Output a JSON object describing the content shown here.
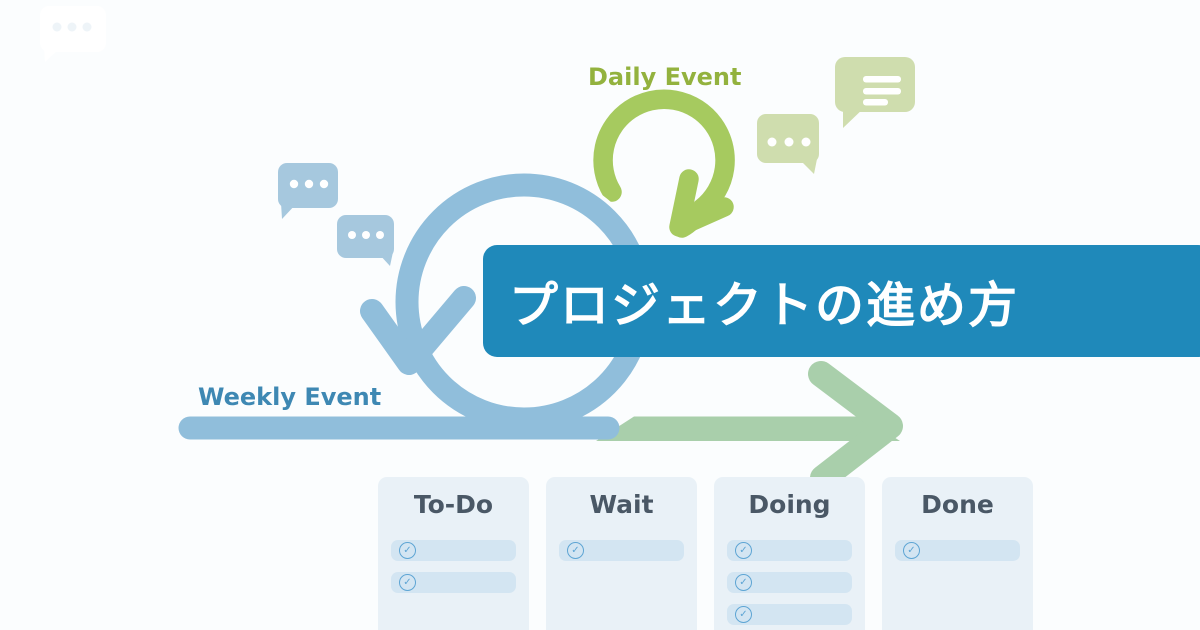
{
  "title_banner": {
    "text": "プロジェクトの進め方"
  },
  "labels": {
    "daily_event": "Daily Event",
    "weekly_event": "Weekly Event"
  },
  "kanban": {
    "columns": [
      {
        "label": "To-Do",
        "task_count": 2
      },
      {
        "label": "Wait",
        "task_count": 1
      },
      {
        "label": "Doing",
        "task_count": 3
      },
      {
        "label": "Done",
        "task_count": 1
      }
    ]
  },
  "icons": {
    "task_check": "✓",
    "weekly_loop_arrow": "loop-arrow-down",
    "daily_loop_arrow": "loop-arrow-down",
    "flow_arrow": "arrow-right",
    "chat_bubbles": [
      "chat-dots",
      "chat-lines"
    ]
  },
  "colors": {
    "bg": "#fbfdfe",
    "banner-blue": "#1f89ba",
    "loop-blue": "#90bedb",
    "weekly-blue": "#3e88b3",
    "bubble-blue": "#a6c8de",
    "loop-green": "#a6ca5f",
    "daily-green": "#93b23e",
    "arrow-sage": "#a9cfab",
    "bubble-green": "#cfddae",
    "card-bg": "#e9f1f7",
    "task-bg": "#d3e5f2",
    "check-blue": "#5ea5d4",
    "header-text": "#4a5866"
  }
}
